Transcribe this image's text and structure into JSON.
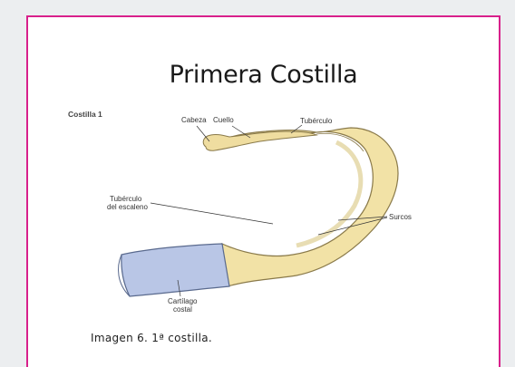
{
  "slide": {
    "title": "Primera Costilla",
    "caption": "Imagen 6. 1ª costilla."
  },
  "figure": {
    "figure_label": "Costilla 1",
    "labels": {
      "cabeza": "Cabeza",
      "cuello": "Cuello",
      "tuberculo": "Tubérculo",
      "tuberculo_escaleno_line1": "Tubérculo",
      "tuberculo_escaleno_line2": "del escaleno",
      "surcos": "Surcos",
      "cartilago_line1": "Cartílago",
      "cartilago_line2": "costal"
    },
    "colors": {
      "bone": "#f2e2a6",
      "bone_outline": "#8a7a4a",
      "cartilage": "#b9c6e6",
      "cartilage_outline": "#5a6a8e",
      "border": "#d8208b"
    }
  }
}
